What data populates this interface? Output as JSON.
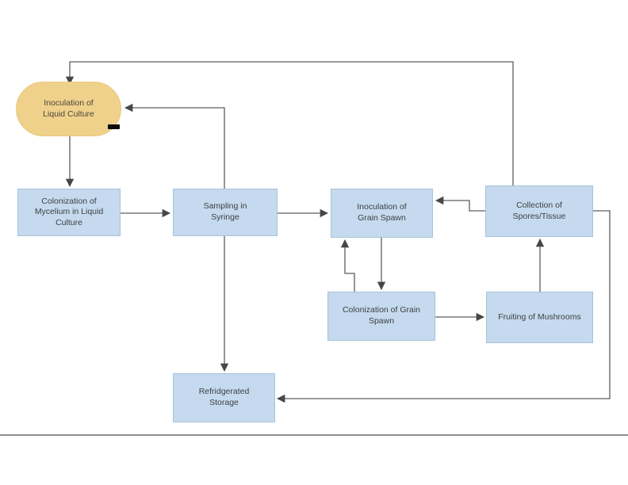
{
  "diagram": {
    "nodes": {
      "inoculation_liquid_culture": {
        "label": "Inoculation of\nLiquid Culture",
        "shape": "stadium",
        "fill": "#f0d18c"
      },
      "colonization_mycelium": {
        "label": "Colonization of\nMycelium in Liquid\nCulture",
        "shape": "rect",
        "fill": "#c5daee"
      },
      "sampling_syringe": {
        "label": "Sampling in\nSyringe",
        "shape": "rect",
        "fill": "#c5daee"
      },
      "inoculation_grain_spawn": {
        "label": "Inoculation of\nGrain Spawn",
        "shape": "rect",
        "fill": "#c5daee"
      },
      "collection_spores_tissue": {
        "label": "Collection of\nSpores/Tissue",
        "shape": "rect",
        "fill": "#c5daee"
      },
      "colonization_grain_spawn": {
        "label": "Colonization of Grain\nSpawn",
        "shape": "rect",
        "fill": "#c5daee"
      },
      "fruiting_mushrooms": {
        "label": "Fruiting of Mushrooms",
        "shape": "rect",
        "fill": "#c5daee"
      },
      "refrigerated_storage": {
        "label": "Refridgerated\nStorage",
        "shape": "rect",
        "fill": "#c5daee"
      }
    },
    "edges": [
      {
        "from": "inoculation_liquid_culture",
        "to": "colonization_mycelium"
      },
      {
        "from": "colonization_mycelium",
        "to": "sampling_syringe"
      },
      {
        "from": "sampling_syringe",
        "to": "inoculation_grain_spawn"
      },
      {
        "from": "sampling_syringe",
        "to": "inoculation_liquid_culture"
      },
      {
        "from": "collection_spores_tissue",
        "to": "inoculation_liquid_culture"
      },
      {
        "from": "collection_spores_tissue",
        "to": "inoculation_grain_spawn"
      },
      {
        "from": "inoculation_grain_spawn",
        "to": "colonization_grain_spawn"
      },
      {
        "from": "colonization_grain_spawn",
        "to": "inoculation_grain_spawn"
      },
      {
        "from": "colonization_grain_spawn",
        "to": "fruiting_mushrooms"
      },
      {
        "from": "fruiting_mushrooms",
        "to": "collection_spores_tissue"
      },
      {
        "from": "collection_spores_tissue",
        "to": "refrigerated_storage"
      },
      {
        "from": "sampling_syringe",
        "to": "refrigerated_storage"
      }
    ],
    "marks": {
      "selection_dash": "black-dash"
    },
    "colors": {
      "node_fill_blue": "#c5daee",
      "node_border_blue": "#a6c2db",
      "stadium_fill": "#f0d18c",
      "line": "#5d5d5d",
      "arrowhead": "#474747",
      "text": "#3d4044",
      "separator": "#8c8c8c",
      "background": "#ffffff"
    }
  }
}
